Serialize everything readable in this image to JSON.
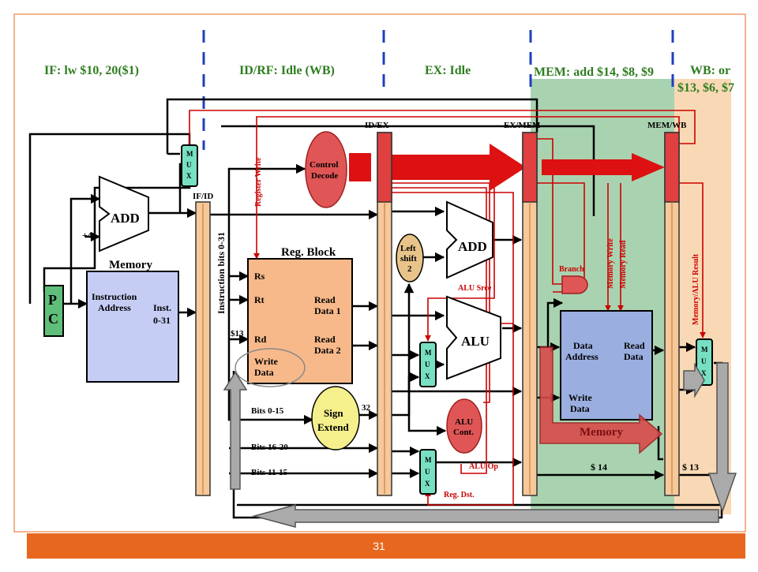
{
  "stages": {
    "if": "IF: lw $10, 20($1)",
    "id": "ID/RF: Idle (WB)",
    "ex": "EX: Idle",
    "mem": "MEM: add $14, $8, $9",
    "wb_line1": "WB: or",
    "wb_line2": "$13, $6, $7"
  },
  "registers": {
    "ifid": "IF/ID",
    "idex": "ID/EX",
    "exmem": "EX/MEM",
    "memwb": "MEM/WB"
  },
  "blocks": {
    "pc_p": "P",
    "pc_c": "C",
    "add_top": "ADD",
    "plus4": "+4",
    "mux_m": "M",
    "mux_u": "U",
    "mux_x": "X",
    "imem_title": "Memory",
    "imem_instr": "Instruction",
    "imem_address": "Address",
    "imem_inst": "Inst.",
    "imem_bits": "0-31",
    "instr_bits": "Instruction bits 0-31",
    "control_1": "Control",
    "control_2": "Decode",
    "reg_title": "Reg. Block",
    "rs": "Rs",
    "rt": "Rt",
    "rd": "Rd",
    "write": "Write",
    "data": "Data",
    "read": "Read",
    "data1": "Data 1",
    "data2": "Data 2",
    "left": "Left",
    "shift": "shift",
    "two": "2",
    "add_ex": "ADD",
    "alu": "ALU",
    "sign": "Sign",
    "extend": "Extend",
    "n32": "32",
    "alu_cont1": "ALU",
    "alu_cont2": "Cont.",
    "dm_data": "Data",
    "dm_address": "Address",
    "dm_read": "Read",
    "dm_rdata": "Data",
    "dm_write": "Write",
    "dm_wdata": "Data",
    "dm_memory": "Memory",
    "bits015": "Bits 0-15",
    "bits1620": "Bits 16-20",
    "bits1115": "Bits 11-15",
    "s13_id": "$13",
    "s14": "$ 14",
    "s13_wb": "$ 13"
  },
  "signals": {
    "reg_write": "Register Write",
    "alu_src": "ALU Srce",
    "alu_op": "ALU Op",
    "reg_dst": "Reg. Dst.",
    "branch": "Branch",
    "mem_write": "Memory Write",
    "mem_read": "Memory Read",
    "mem_alu_result": "Memory/ALU Result"
  },
  "footer": {
    "page": "31"
  },
  "colors": {
    "stage_label": "#2e7d1f",
    "mem_stage_bg": "#a9d3b0",
    "wb_stage_bg": "#f9d9b5",
    "divider": "#1f3fbf",
    "register_fill": "#f6c89a",
    "register_red": "#e04040",
    "control_red": "#e05555",
    "control_path": "#cc0000",
    "memory_blue": "#9aaee0",
    "regblock": "#f7b98a",
    "mux": "#77e0c2",
    "pc": "#5fbf7a",
    "sign_extend": "#f5f08c",
    "left_shift": "#e8c48a",
    "footer": "#e8671f"
  }
}
